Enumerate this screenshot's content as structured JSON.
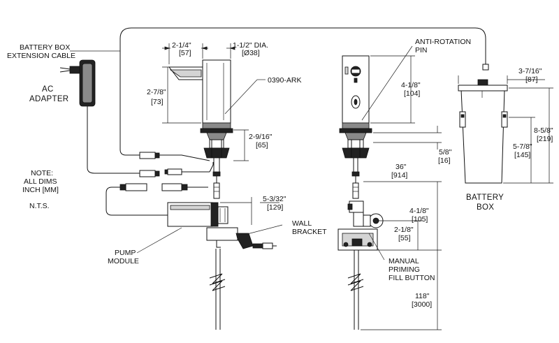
{
  "labels": {
    "battery_box_cable_1": "BATTERY BOX",
    "battery_box_cable_2": "EXTENSION CABLE",
    "ac_adapter_1": "AC",
    "ac_adapter_2": "ADAPTER",
    "note_1": "NOTE:",
    "note_2": "ALL DIMS",
    "note_3": "INCH [MM]",
    "nts": "N.T.S.",
    "part_number": "0390-ARK",
    "anti_rotation_1": "ANTI-ROTATION",
    "anti_rotation_2": "PIN",
    "pump_module_1": "PUMP",
    "pump_module_2": "MODULE",
    "wall_bracket_1": "WALL",
    "wall_bracket_2": "BRACKET",
    "manual_priming_1": "MANUAL",
    "manual_priming_2": "PRIMING",
    "manual_priming_3": "FILL BUTTON",
    "battery_box_1": "BATTERY",
    "battery_box_2": "BOX"
  },
  "dimensions": {
    "spout_width_in": "2-1/4\"",
    "spout_width_mm": "[57]",
    "body_dia_in": "1-1/2\" DIA.",
    "body_dia_mm": "[Ø38]",
    "body_height_in": "2-7/8\"",
    "body_height_mm": "[73]",
    "shank_in": "2-9/16\"",
    "shank_mm": "[65]",
    "bracket_offset_in": "5-3/32\"",
    "bracket_offset_mm": "[129]",
    "side_height_in": "4-1/8\"",
    "side_height_mm": "[104]",
    "deck_in": "5/8\"",
    "deck_mm": "[16]",
    "hose_in": "36\"",
    "hose_mm": "[914]",
    "pump_drop_in": "4-1/8\"",
    "pump_drop_mm": "[105]",
    "button_in": "2-1/8\"",
    "button_mm": "[55]",
    "tube_in": "118\"",
    "tube_mm": "[3000]",
    "box_width_in": "3-7/16\"",
    "box_width_mm": "[87]",
    "box_height_in": "8-5/8\"",
    "box_height_mm": "[219]",
    "box_inner_in": "5-7/8\"",
    "box_inner_mm": "[145]"
  }
}
